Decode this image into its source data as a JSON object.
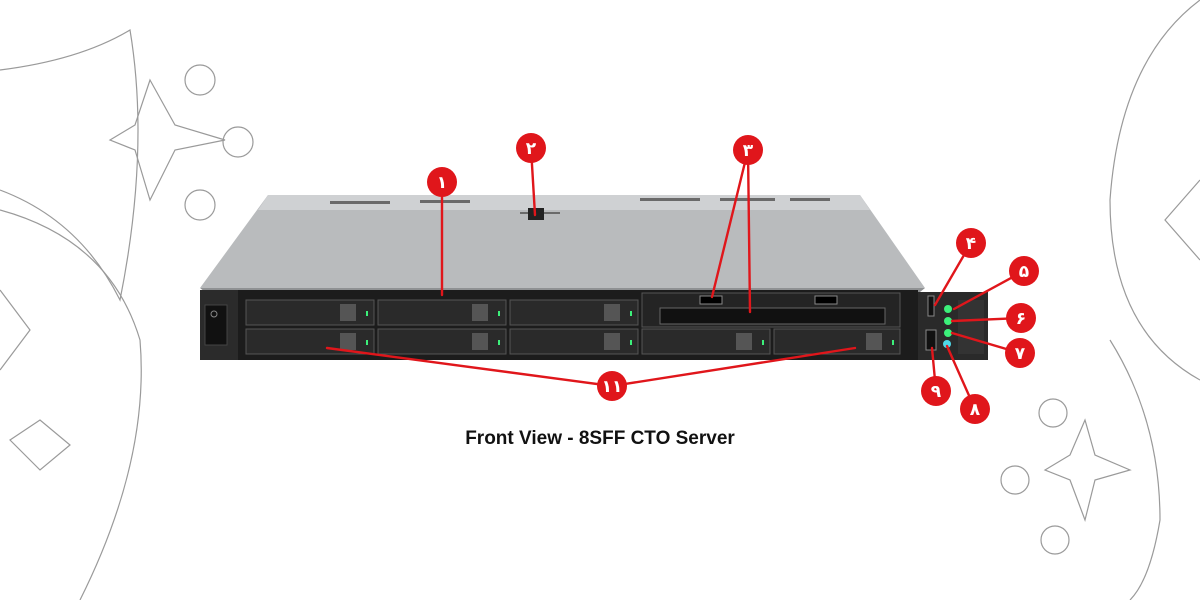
{
  "caption": "Front View - 8SFF CTO Server",
  "callouts": [
    {
      "id": "1",
      "label": "۱"
    },
    {
      "id": "2",
      "label": "۲"
    },
    {
      "id": "3",
      "label": "۳"
    },
    {
      "id": "4",
      "label": "۴"
    },
    {
      "id": "5",
      "label": "۵"
    },
    {
      "id": "6",
      "label": "۶"
    },
    {
      "id": "7",
      "label": "۷"
    },
    {
      "id": "8",
      "label": "۸"
    },
    {
      "id": "9",
      "label": "۹"
    },
    {
      "id": "11",
      "label": "۱۱"
    }
  ],
  "colors": {
    "callout": "#e0161b",
    "led": "#3cf07a",
    "bezel": "#1c1c1c",
    "chassis": "#b9bbbd"
  }
}
